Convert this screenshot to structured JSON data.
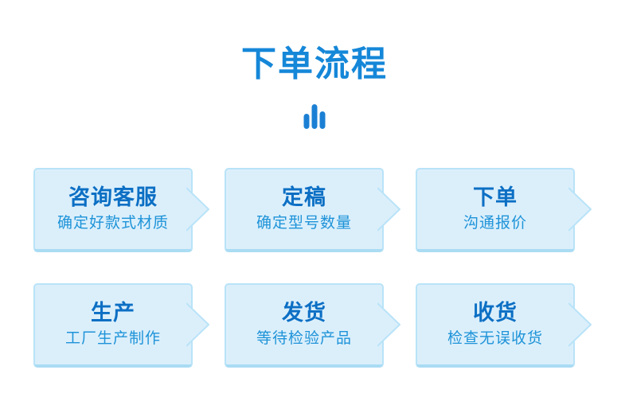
{
  "page": {
    "title": "下单流程"
  },
  "icons": {
    "bars_icon": "chart-bars-icon"
  },
  "colors": {
    "title_blue": "#1587d8",
    "step_title_blue": "#0c6fc4",
    "step_subtitle_blue": "#1e93d8",
    "card_fill": "#dbeffb",
    "card_border": "#b9e3f8",
    "card_border_bottom": "#aadcf4",
    "bar_icon_blue": "#1b80d4",
    "background": "#ffffff"
  },
  "steps": [
    {
      "title": "咨询客服",
      "subtitle": "确定好款式材质"
    },
    {
      "title": "定稿",
      "subtitle": "确定型号数量"
    },
    {
      "title": "下单",
      "subtitle": "沟通报价"
    },
    {
      "title": "生产",
      "subtitle": "工厂生产制作"
    },
    {
      "title": "发货",
      "subtitle": "等待检验产品"
    },
    {
      "title": "收货",
      "subtitle": "检查无误收货"
    }
  ]
}
